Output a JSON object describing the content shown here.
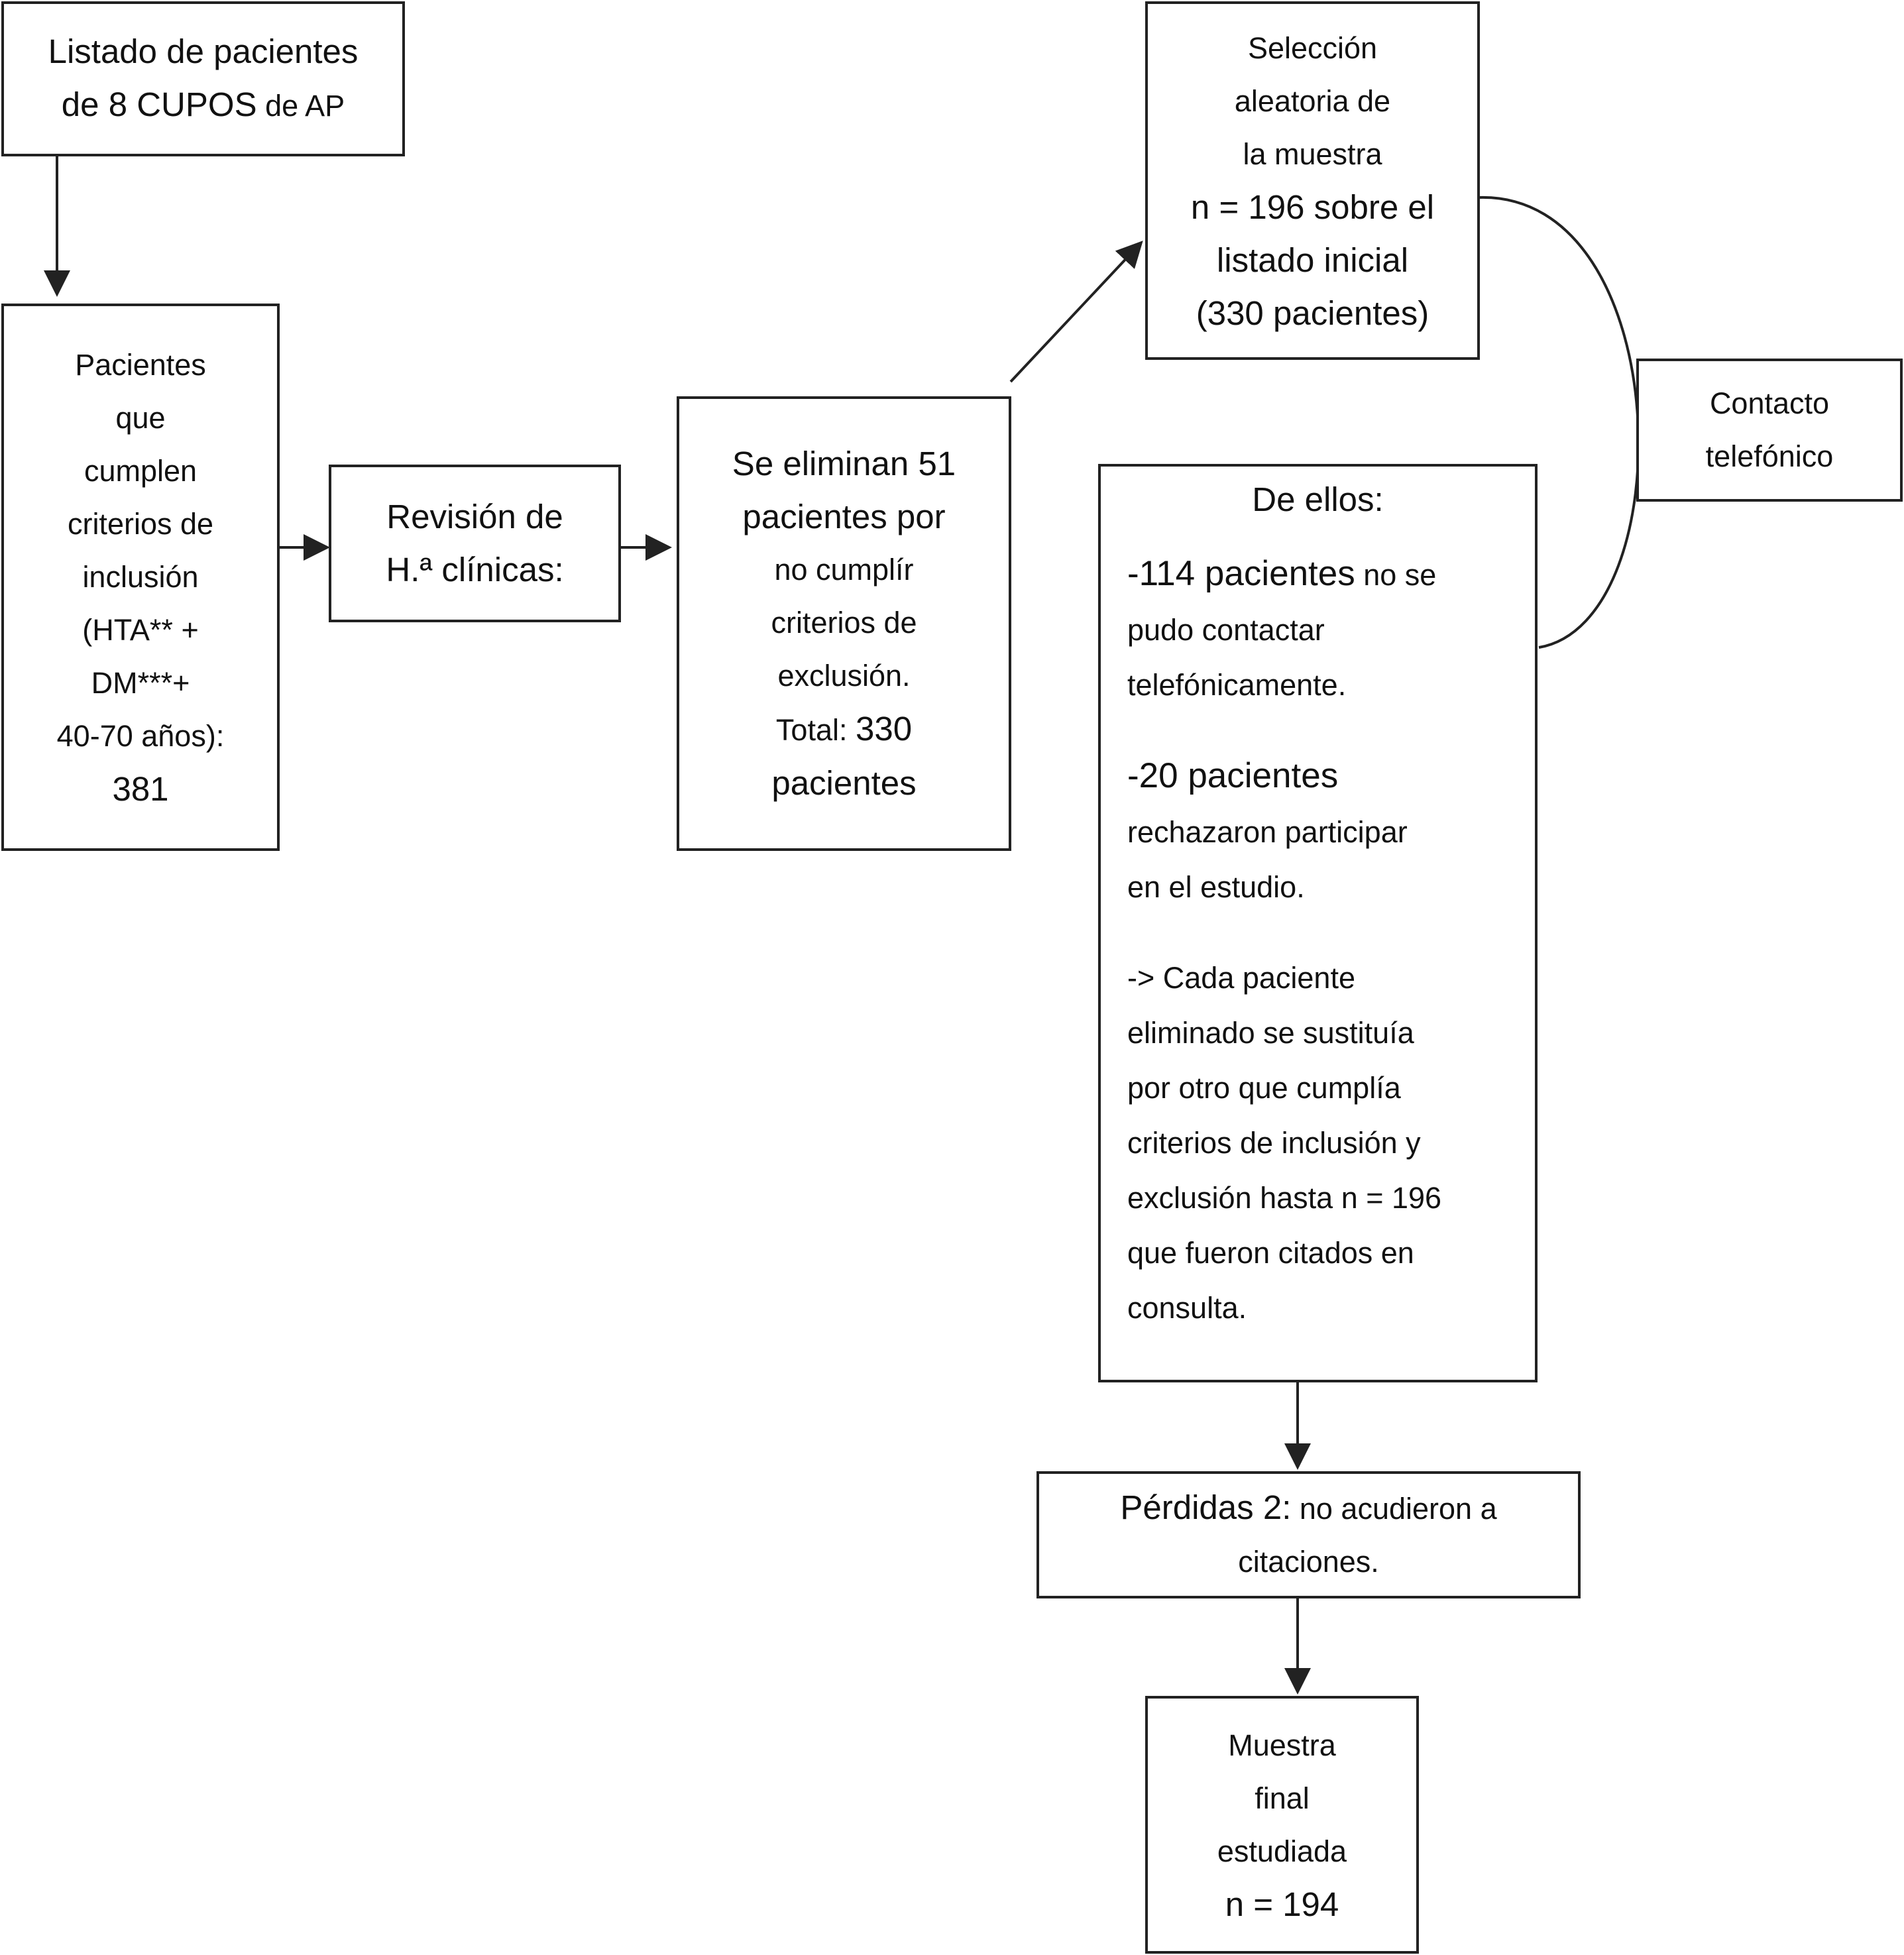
{
  "diagram": {
    "box_listado": {
      "line1": "Listado de pacientes",
      "line2_main": "de 8 CUPOS",
      "line2_small": " de AP"
    },
    "box_pacientes": {
      "lines": [
        "Pacientes",
        "que",
        "cumplen",
        "criterios de",
        "inclusión",
        "(HTA** +",
        "DM***+",
        "40-70 años):",
        "381"
      ]
    },
    "box_revision": {
      "lines": [
        "Revisión de",
        "H.ª clínicas:"
      ]
    },
    "box_eliminan": {
      "line1": "Se eliminan 51",
      "line2": "pacientes por",
      "line3": "no cumplír",
      "line4": "criterios de",
      "line5": "exclusión.",
      "line6_small": "Total: ",
      "line6_big": "330",
      "line7": "pacientes"
    },
    "box_seleccion": {
      "small_lines": [
        "Selección",
        "aleatoria de",
        "la muestra"
      ],
      "big_lines": [
        "n = 196 sobre el",
        "listado inicial",
        "(330 pacientes)"
      ]
    },
    "box_contacto": {
      "lines": [
        "Contacto",
        "telefónico"
      ]
    },
    "box_ellos": {
      "heading": "De ellos:",
      "item1_big": "-114 pacientes",
      "item1_small": " no se",
      "item1_lines": [
        "pudo contactar",
        "telefónicamente."
      ],
      "item2_big": "-20 pacientes",
      "item2_lines": [
        "rechazaron participar",
        "en el estudio."
      ],
      "note_lines": [
        "-> Cada paciente",
        "eliminado se sustituía",
        "por otro que cumplía",
        "criterios de inclusión y",
        "exclusión hasta n = 196",
        "que fueron citados en",
        "consulta."
      ]
    },
    "box_perdidas": {
      "line1_big": "Pérdidas 2:",
      "line1_small": " no acudieron a",
      "line2": "citaciones."
    },
    "box_muestra": {
      "lines": [
        "Muestra",
        "final",
        "estudiada",
        "n = 194"
      ]
    },
    "colors": {
      "stroke": "#222222",
      "text": "#111111",
      "background": "#ffffff"
    }
  }
}
